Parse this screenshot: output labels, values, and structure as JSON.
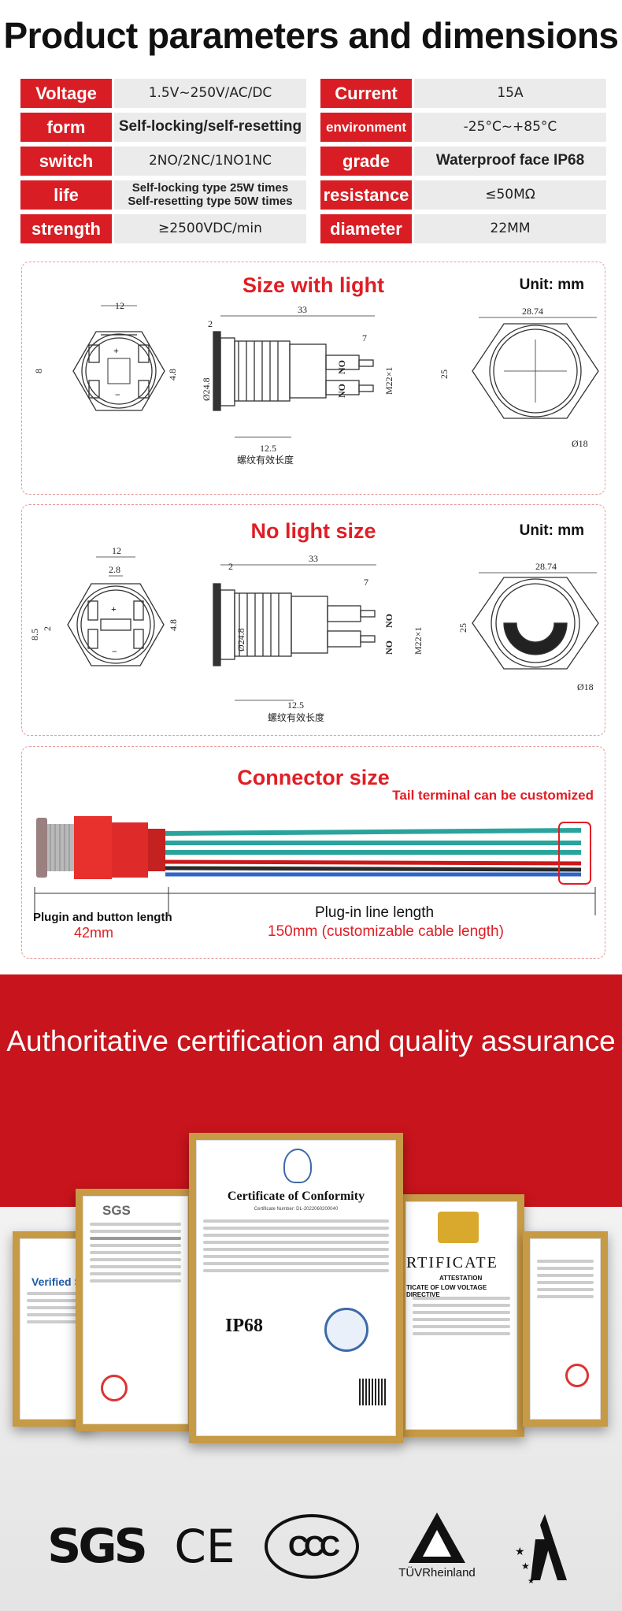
{
  "title": "Product parameters and dimensions",
  "specs": [
    {
      "l1": "Voltage",
      "v1": "1.5V~250V/AC/DC",
      "l2": "Current",
      "v2": "15A"
    },
    {
      "l1": "form",
      "v1": "Self-locking/self-resetting",
      "l2": "environment",
      "v2": "-25°C~+85°C"
    },
    {
      "l1": "switch",
      "v1": "2NO/2NC/1NO1NC",
      "l2": "grade",
      "v2": "Waterproof face IP68"
    },
    {
      "l1": "life",
      "v1a": "Self-locking type 25W times",
      "v1b": "Self-resetting type 50W times",
      "l2": "resistance",
      "v2": "≤50MΩ"
    },
    {
      "l1": "strength",
      "v1": "≥2500VDC/min",
      "l2": "diameter",
      "v2": "22MM"
    }
  ],
  "light": {
    "title": "Size with light",
    "unit": "Unit: mm"
  },
  "nolight": {
    "title": "No light size",
    "unit": "Unit: mm"
  },
  "dims": {
    "w12": "12",
    "d48": "4.8",
    "d8": "8",
    "d2": "2",
    "d33": "33",
    "d7": "7",
    "d248": "Ø24.8",
    "d125": "12.5",
    "thread": "螺纹有效长度",
    "m22": "M22×1",
    "no": "NO",
    "d2874": "28.74",
    "d25": "25",
    "d18": "Ø18",
    "d28": "2.8",
    "d85": "8.5"
  },
  "connector": {
    "title": "Connector size",
    "tail": "Tail terminal can be customized",
    "plug_label": "Plugin and button length",
    "plug_value": "42mm",
    "line_label": "Plug-in line length",
    "line_value": "150mm (customizable cable length)"
  },
  "cert_heading": "Authoritative certification and quality assurance",
  "certs": {
    "conformity_title": "Certificate of Conformity",
    "conformity_no": "Certificate Number: DL-2022060200040",
    "ip": "IP68",
    "sgs": "SGS",
    "udem_title": "RTIFICATE",
    "udem_sub": "ATTESTATION",
    "udem_sub2": "TICATE OF LOW VOLTAGE DIRECTIVE",
    "verified": "Verified S"
  },
  "logos": {
    "sgs": "SGS",
    "ce": "CE",
    "ccc": "CCC",
    "tuv": "TÜVRheinland"
  },
  "colors": {
    "accent": "#d81e24",
    "band": "#c8141c",
    "frame": "#c79a46"
  }
}
